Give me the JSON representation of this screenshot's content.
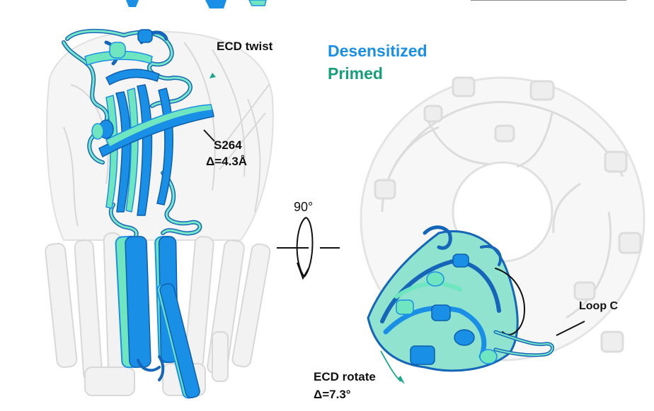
{
  "labels": {
    "ecd_twist": "ECD twist",
    "s264_res": "S264",
    "s264_delta": "Δ=4.3Å",
    "rotation_angle": "90°",
    "loop_c": "Loop C",
    "ecd_rotate": "ECD rotate",
    "ecd_rotate_delta": "Δ=7.3°"
  },
  "legend": [
    {
      "name": "Desensitized",
      "color": "#1a8fe6"
    },
    {
      "name": "Primed",
      "color": "#16a07a"
    }
  ],
  "colors": {
    "desensitized_ribbon": "#1a8fe6",
    "primed_ribbon": "#6fe6c0",
    "context_ribbon": "#e6e6e6",
    "arrow_teal": "#1aa68a"
  }
}
